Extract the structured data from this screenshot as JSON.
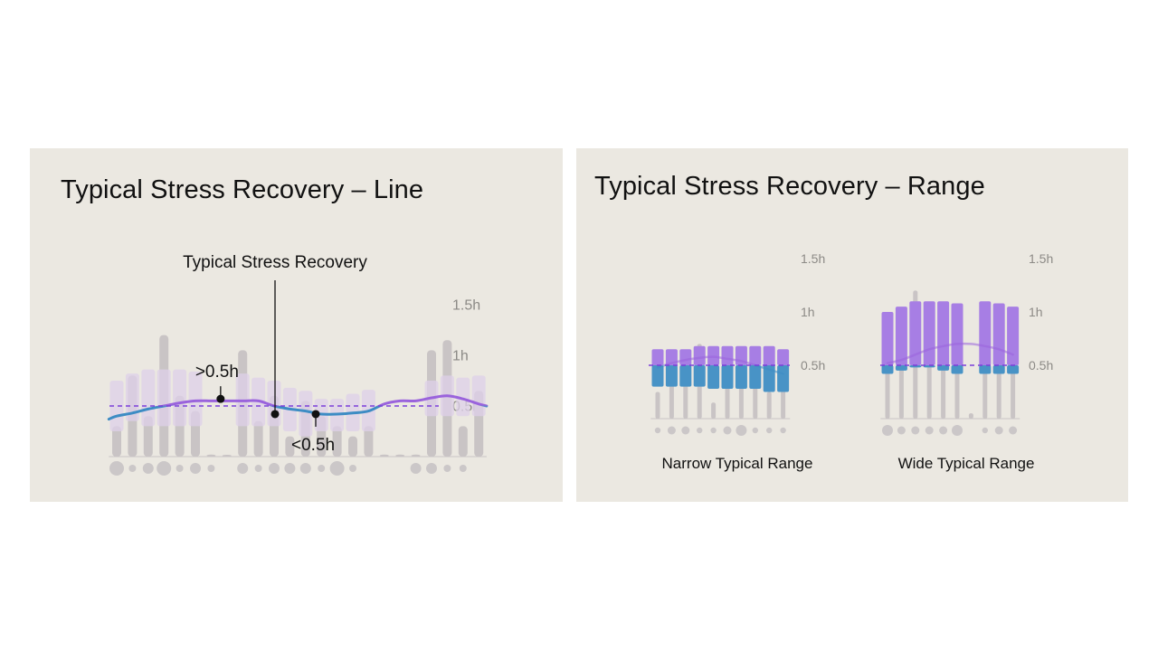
{
  "colors": {
    "panel_bg": "#ebe8e1",
    "bar_gray": "#c9c4c5",
    "range_fill_light": "#ddd0e8",
    "range_fill_purple": "#a77ee4",
    "range_fill_blue": "#4893c6",
    "line_purple": "#9a63dc",
    "line_blue": "#3d8cc4",
    "threshold": "#7b3fd9",
    "dot_gray": "#cbc7c8"
  },
  "charts": {
    "line": {
      "title": "Typical Stress Recovery – Line",
      "callout": "Typical Stress Recovery",
      "above_label": ">0.5h",
      "below_label": "<0.5h"
    },
    "narrow": {
      "caption": "Narrow Typical Range"
    },
    "wide": {
      "caption": "Wide Typical Range"
    },
    "range_title": "Typical Stress Recovery – Range"
  },
  "chart_data": [
    {
      "type": "bar",
      "title": "Typical Stress Recovery – Line",
      "y_tick_labels": [
        "1.5h",
        "1h",
        "0.5h"
      ],
      "ylim": [
        0,
        1.5
      ],
      "threshold": 0.5,
      "threshold_style": "dashed",
      "annotations": [
        ">0.5h",
        "<0.5h",
        "Typical Stress Recovery"
      ],
      "daily_values": [
        0.3,
        0.8,
        0.4,
        1.2,
        0.6,
        0.45,
        0.02,
        0,
        1.05,
        0.35,
        0.6,
        0.2,
        0.55,
        0.4,
        0.3,
        0.2,
        0.3,
        0.02,
        0.02,
        0.02,
        1.05,
        1.15,
        0.3,
        0.65
      ],
      "typical_range_low": [
        0.25,
        0.35,
        0.3,
        0.3,
        0.3,
        0.3,
        null,
        null,
        0.3,
        0.3,
        0.3,
        0.25,
        0.2,
        0.25,
        0.25,
        0.25,
        0.25,
        null,
        null,
        null,
        0.4,
        0.4,
        0.4,
        0.4
      ],
      "typical_range_high": [
        0.75,
        0.82,
        0.86,
        0.86,
        0.86,
        0.84,
        null,
        null,
        0.82,
        0.78,
        0.75,
        0.68,
        0.65,
        0.57,
        0.57,
        0.62,
        0.66,
        null,
        null,
        null,
        0.75,
        0.8,
        0.78,
        0.8
      ],
      "typical_line": [
        0.4,
        0.43,
        0.47,
        0.5,
        0.53,
        0.55,
        0.55,
        0.55,
        0.55,
        0.55,
        0.5,
        0.47,
        0.45,
        0.42,
        0.42,
        0.43,
        0.45,
        0.52,
        0.55,
        0.55,
        0.58,
        0.6,
        0.57,
        0.52
      ],
      "activity_dot_sizes": [
        3,
        1,
        2,
        3,
        1,
        2,
        1,
        0,
        2,
        1,
        2,
        2,
        2,
        1,
        3,
        1,
        0,
        0,
        0,
        2,
        2,
        1,
        1,
        0
      ]
    },
    {
      "type": "bar",
      "title": "Narrow Typical Range",
      "y_tick_labels": [
        "1.5h",
        "1h",
        "0.5h"
      ],
      "ylim": [
        0,
        1.5
      ],
      "threshold": 0.5,
      "daily_values": [
        0.25,
        0.45,
        0.55,
        0.7,
        0.15,
        0.3,
        0.3,
        0.3,
        0.25,
        0.3
      ],
      "typical_range_low": [
        0.3,
        0.3,
        0.3,
        0.3,
        0.28,
        0.28,
        0.28,
        0.28,
        0.25,
        0.25
      ],
      "typical_range_high": [
        0.65,
        0.65,
        0.65,
        0.68,
        0.68,
        0.68,
        0.68,
        0.68,
        0.68,
        0.65
      ],
      "typical_line": [
        0.48,
        0.52,
        0.55,
        0.57,
        0.58,
        0.56,
        0.54,
        0.5,
        0.46,
        0.42
      ],
      "activity_dot_sizes": [
        1,
        2,
        2,
        1,
        1,
        2,
        3,
        1,
        1,
        1
      ]
    },
    {
      "type": "bar",
      "title": "Wide Typical Range",
      "y_tick_labels": [
        "1.5h",
        "1h",
        "0.5h"
      ],
      "ylim": [
        0,
        1.5
      ],
      "threshold": 0.5,
      "daily_values": [
        0.6,
        0.7,
        1.2,
        0.75,
        0.8,
        0.65,
        0.05,
        1.05,
        0.8,
        0.75
      ],
      "typical_range_low": [
        0.42,
        0.45,
        0.48,
        0.48,
        0.45,
        0.42,
        null,
        0.42,
        0.42,
        0.42
      ],
      "typical_range_high": [
        1.0,
        1.05,
        1.1,
        1.1,
        1.1,
        1.08,
        null,
        1.1,
        1.08,
        1.05
      ],
      "typical_line": [
        0.52,
        0.55,
        0.6,
        0.65,
        0.68,
        0.7,
        0.7,
        0.68,
        0.65,
        0.6
      ],
      "activity_dot_sizes": [
        3,
        2,
        2,
        2,
        2,
        3,
        0,
        1,
        2,
        2
      ]
    }
  ]
}
